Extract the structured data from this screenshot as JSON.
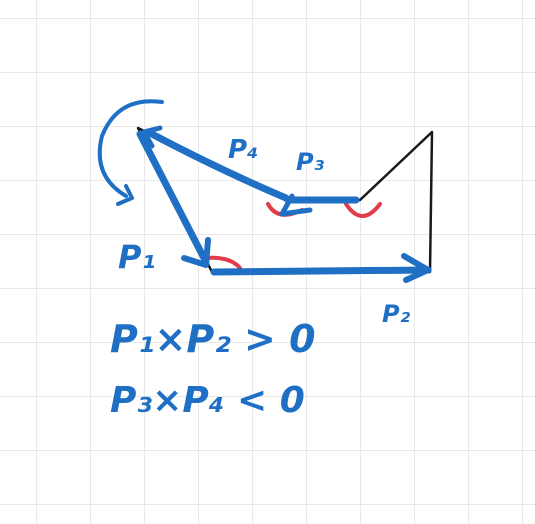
{
  "colors": {
    "ink_blue": "#1f6fc4",
    "ink_black": "#1a1a1a",
    "angle_red": "#e23b4a",
    "grid": "#e8e8e8"
  },
  "labels": {
    "p1": "P₁",
    "p2": "P₂",
    "p3": "P₃",
    "p4": "P₄",
    "eq1": "P₁×P₂ > 0",
    "eq2": "P₃×P₄ < 0"
  }
}
